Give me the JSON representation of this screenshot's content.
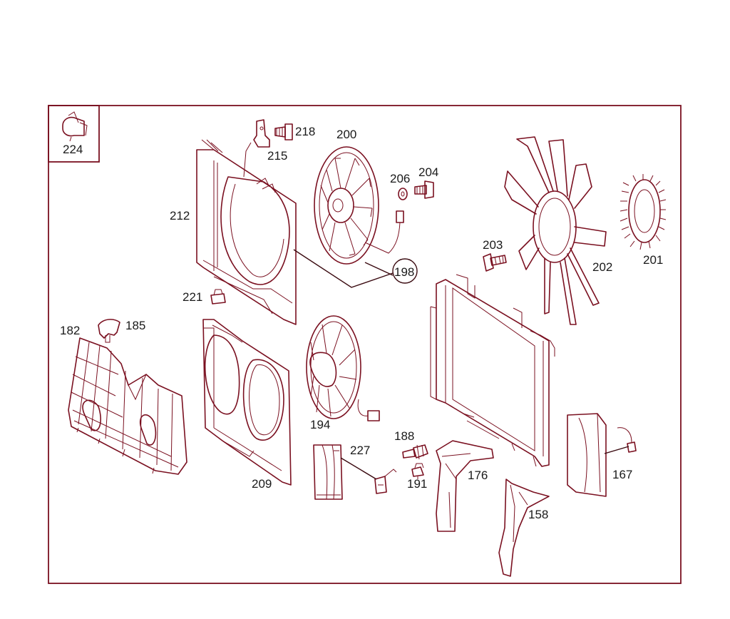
{
  "labels": {
    "p224": "224",
    "p218": "218",
    "p215": "215",
    "p200": "200",
    "p206": "206",
    "p204": "204",
    "p212": "212",
    "p198": "198",
    "p203": "203",
    "p202": "202",
    "p201": "201",
    "p221": "221",
    "p182": "182",
    "p185": "185",
    "p194": "194",
    "p227": "227",
    "p188": "188",
    "p191": "191",
    "p176": "176",
    "p209": "209",
    "p158": "158",
    "p167": "167"
  },
  "colors": {
    "line": "#7a1020",
    "text": "#1a1a1a",
    "background": "#ffffff"
  }
}
